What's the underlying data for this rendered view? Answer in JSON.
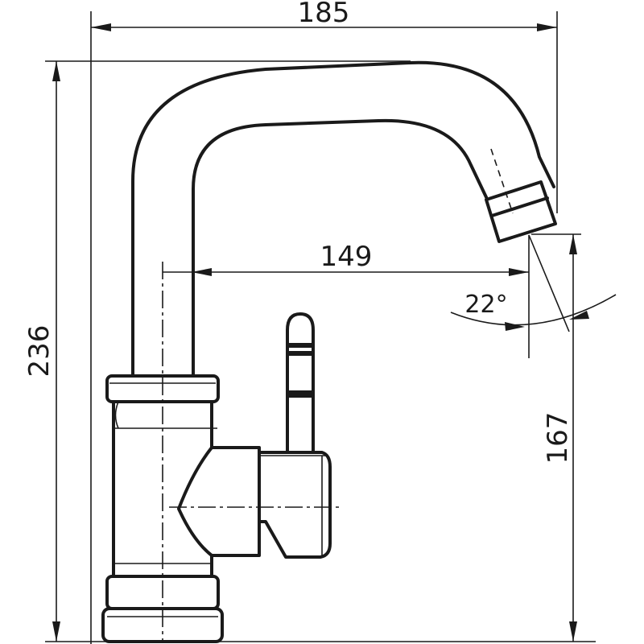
{
  "dimensions": {
    "overall_width": "185",
    "overall_height": "236",
    "spout_reach": "149",
    "spout_height": "167",
    "spout_angle": "22°"
  }
}
